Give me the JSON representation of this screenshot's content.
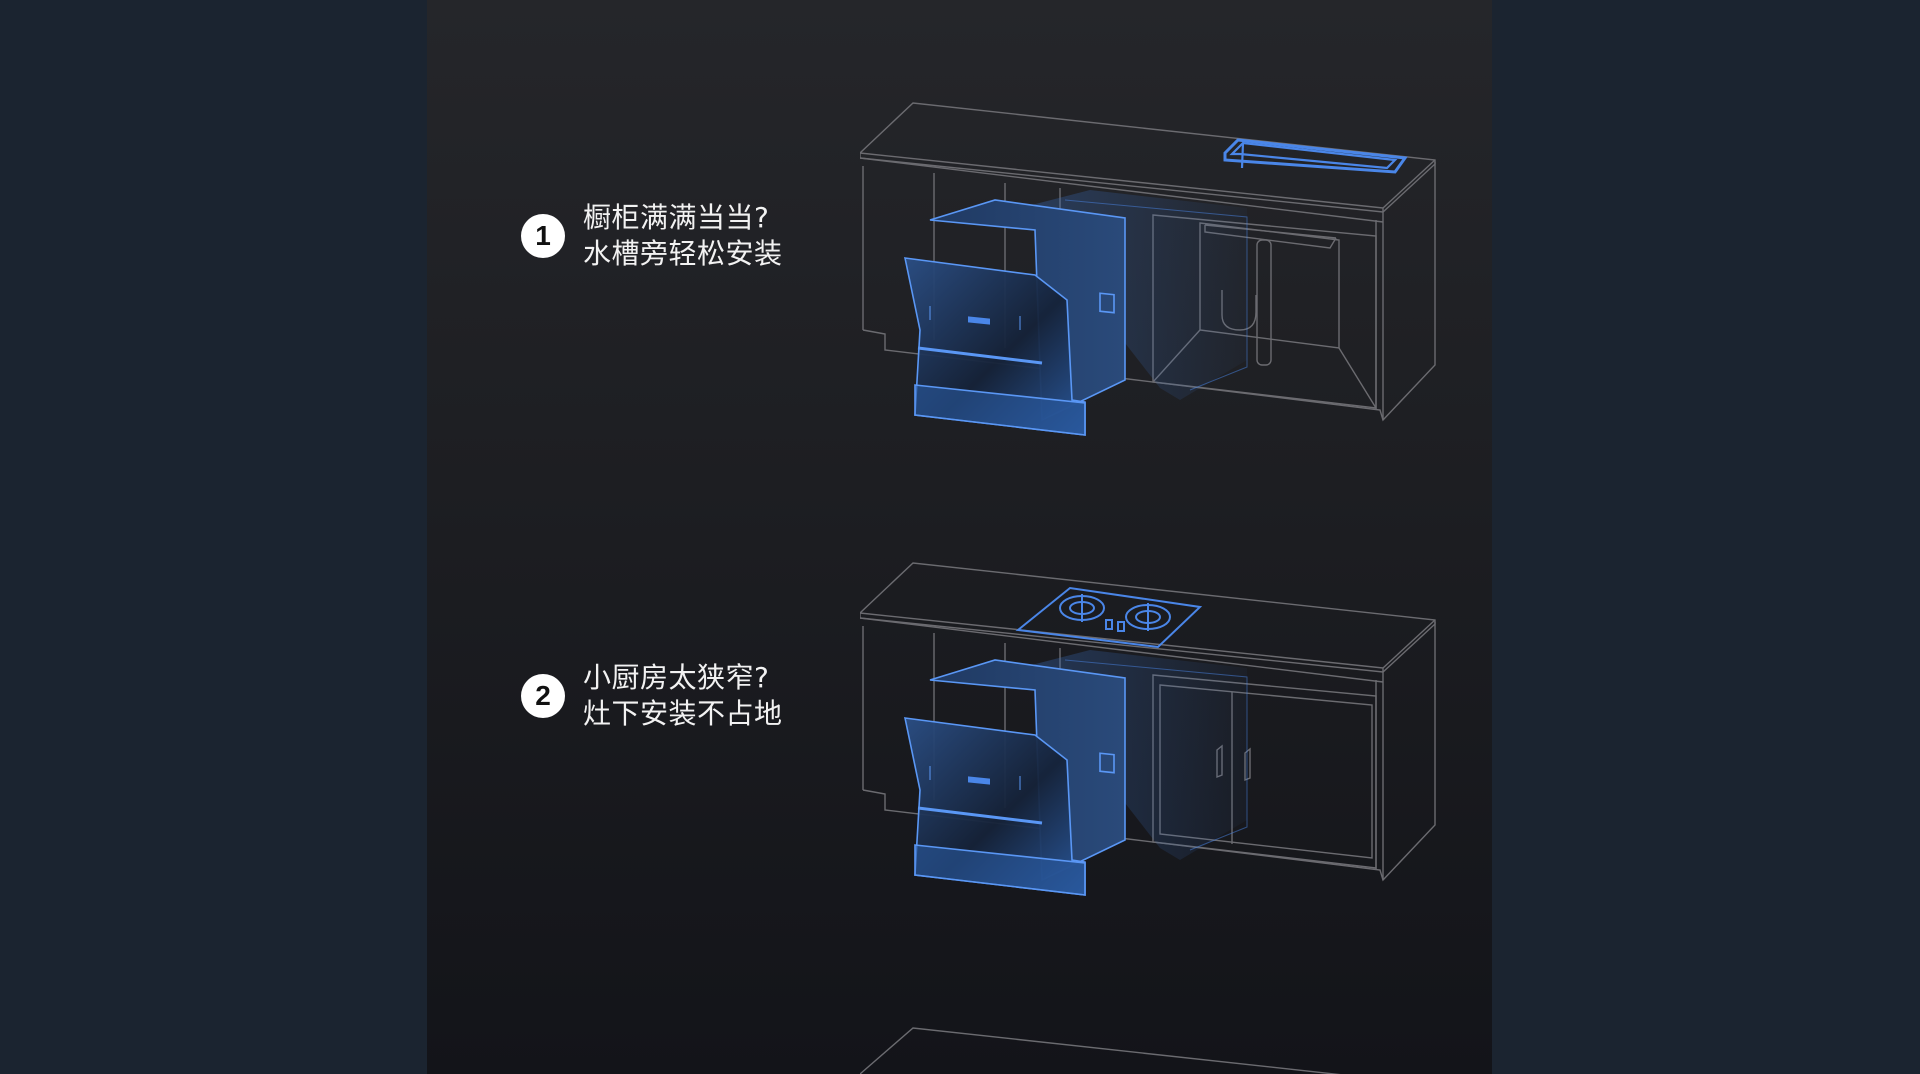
{
  "features": [
    {
      "number": "1",
      "title": "橱柜满满当当?",
      "subtitle": "水槽旁轻松安装",
      "scene": "sink-cabinet"
    },
    {
      "number": "2",
      "title": "小厨房太狭窄?",
      "subtitle": "灶下安装不占地",
      "scene": "stove-cabinet"
    }
  ],
  "colors": {
    "side_background": "#1b2430",
    "panel_top": "#25262a",
    "panel_bottom": "#131419",
    "accent_blue": "#4a86e8",
    "wireframe_gray": "#6b6b70",
    "text": "#f2f2f2"
  }
}
